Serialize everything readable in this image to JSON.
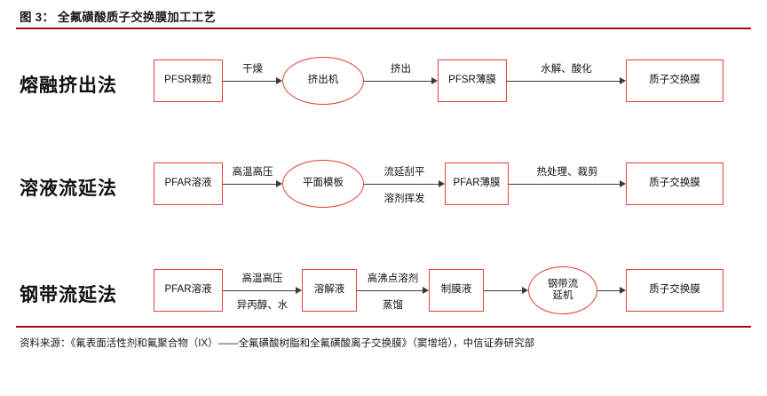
{
  "header": {
    "figure_title": "图 3： 全氟磺酸质子交换膜加工工艺",
    "rule_color": "#9d0b0b"
  },
  "theme": {
    "box_border": "#e8413a",
    "ellipse_border": "#e23b35",
    "arrow_color": "#3a3a3a",
    "text_color": "#111111",
    "background": "#ffffff"
  },
  "diagram": {
    "rows": [
      {
        "label": "熔融挤出法",
        "nodes": [
          {
            "text": "PFSR颗粒",
            "shape": "box"
          },
          {
            "text": "挤出机",
            "shape": "ellipse"
          },
          {
            "text": "PFSR薄膜",
            "shape": "box"
          },
          {
            "text": "质子交换膜",
            "shape": "box"
          }
        ],
        "connectors": [
          {
            "label_above": "干燥",
            "label_below": ""
          },
          {
            "label_above": "挤出",
            "label_below": ""
          },
          {
            "label_above": "水解、酸化",
            "label_below": ""
          }
        ]
      },
      {
        "label": "溶液流延法",
        "nodes": [
          {
            "text": "PFAR溶液",
            "shape": "box"
          },
          {
            "text": "平面模板",
            "shape": "ellipse"
          },
          {
            "text": "PFAR薄膜",
            "shape": "box"
          },
          {
            "text": "质子交换膜",
            "shape": "box"
          }
        ],
        "connectors": [
          {
            "label_above": "高温高压",
            "label_below": ""
          },
          {
            "label_above": "流延刮平",
            "label_below": "溶剂挥发"
          },
          {
            "label_above": "热处理、裁剪",
            "label_below": ""
          }
        ]
      },
      {
        "label": "钢带流延法",
        "nodes": [
          {
            "text": "PFAR溶液",
            "shape": "box"
          },
          {
            "text": "溶解液",
            "shape": "box"
          },
          {
            "text": "制膜液",
            "shape": "box"
          },
          {
            "text": "钢带流\n延机",
            "shape": "ellipse"
          },
          {
            "text": "质子交换膜",
            "shape": "box"
          }
        ],
        "connectors": [
          {
            "label_above": "高温高压",
            "label_below": "异丙醇、水"
          },
          {
            "label_above": "高沸点溶剂",
            "label_below": "蒸馏"
          },
          {
            "label_above": "",
            "label_below": ""
          },
          {
            "label_above": "",
            "label_below": ""
          }
        ]
      }
    ]
  },
  "footer": {
    "source_note": "资料来源：《氟表面活性剂和氟聚合物（IX）——全氟磺酸树脂和全氟磺酸离子交换膜》（窦增培），中信证券研究部"
  }
}
